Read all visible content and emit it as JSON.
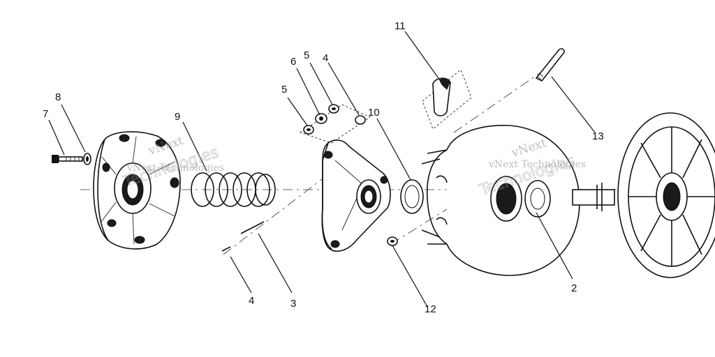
{
  "callouts": [
    {
      "id": "c1",
      "label": "2"
    },
    {
      "id": "c2",
      "label": "3"
    },
    {
      "id": "c3",
      "label": "4"
    },
    {
      "id": "c4",
      "label": "4"
    },
    {
      "id": "c5",
      "label": "5"
    },
    {
      "id": "c6",
      "label": "5"
    },
    {
      "id": "c7",
      "label": "6"
    },
    {
      "id": "c8",
      "label": "7"
    },
    {
      "id": "c9",
      "label": "8"
    },
    {
      "id": "c10",
      "label": "9"
    },
    {
      "id": "c11",
      "label": "10"
    },
    {
      "id": "c12",
      "label": "11"
    },
    {
      "id": "c13",
      "label": "12"
    },
    {
      "id": "c14",
      "label": "13"
    }
  ],
  "watermarks": [
    {
      "line1": "vNext",
      "line2": "Technologies"
    },
    {
      "line1": "vNext Technologies",
      "line2": "Technologies"
    }
  ]
}
